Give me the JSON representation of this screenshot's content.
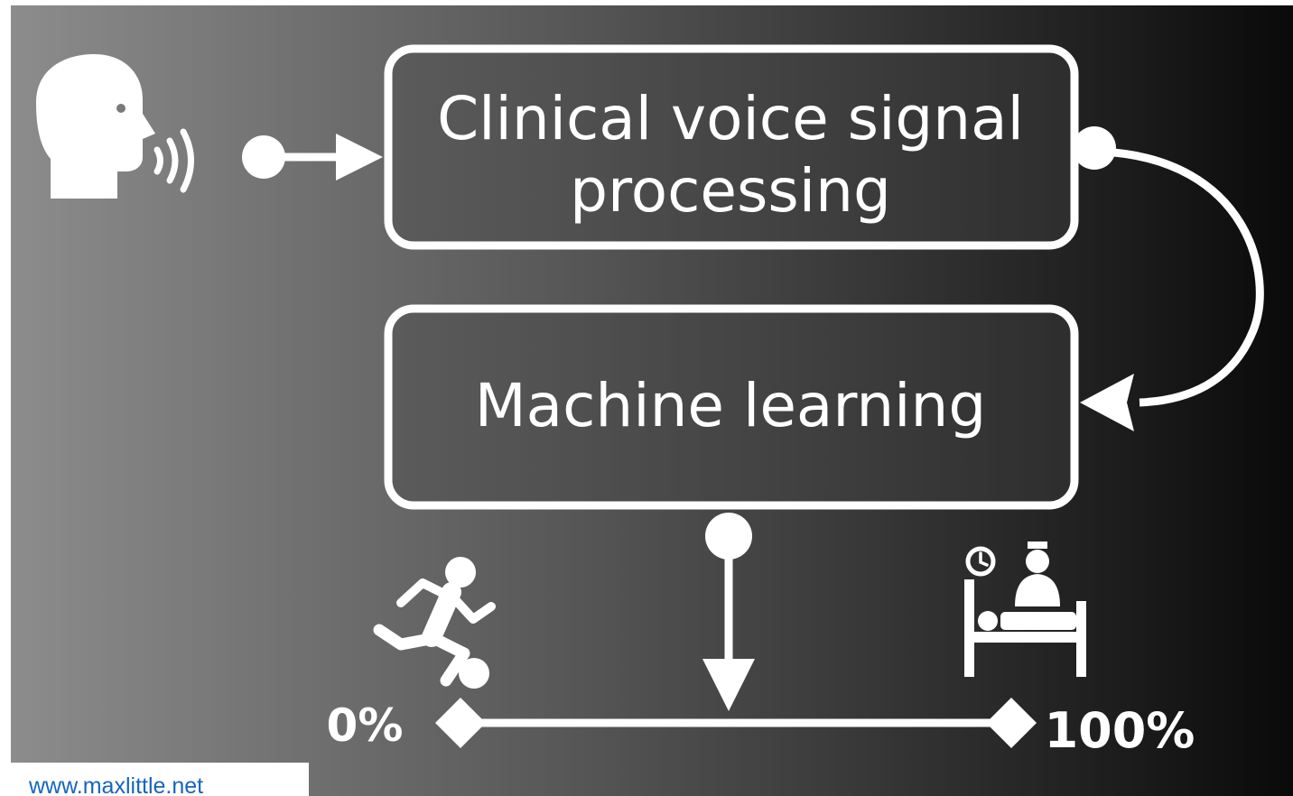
{
  "diagram": {
    "box_top_label_line1": "Clinical voice signal",
    "box_top_label_line2": "processing",
    "box_bottom_label": "Machine learning",
    "scale_min_label": "0%",
    "scale_max_label": "100%"
  },
  "icons": {
    "speaker": "speaking-head-icon",
    "healthy": "running-person-icon",
    "sick": "patient-bed-icon"
  },
  "footer": {
    "url": "www.maxlittle.net"
  },
  "colors": {
    "background_left": "#8a8a8a",
    "background_right": "#0c0c0c",
    "foreground": "#ffffff",
    "link": "#1565c0"
  }
}
